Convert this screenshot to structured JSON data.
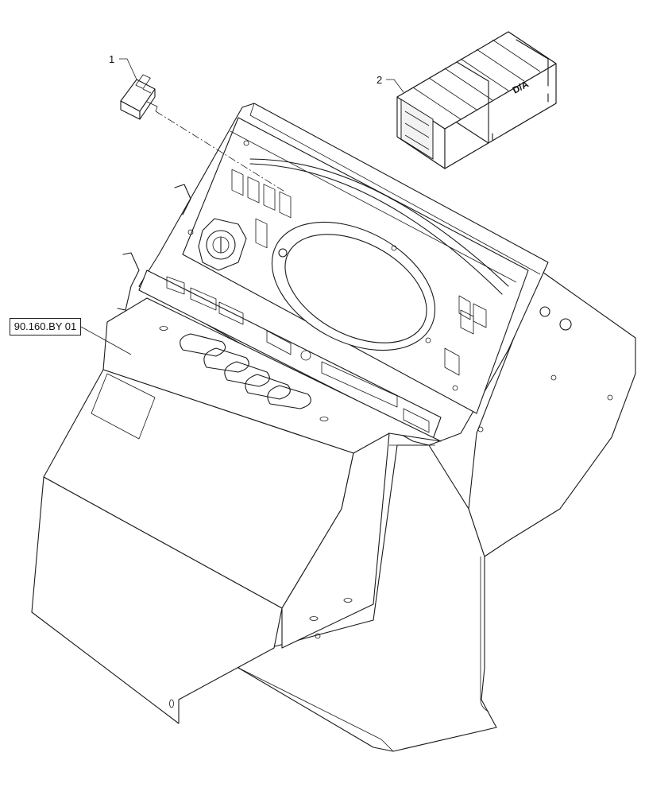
{
  "callouts": {
    "item_1": "1",
    "item_2": "2"
  },
  "reference_link": "90.160.BY 01",
  "crate_label": "D/A",
  "colors": {
    "line": "#1a1a1a",
    "background": "#ffffff"
  }
}
